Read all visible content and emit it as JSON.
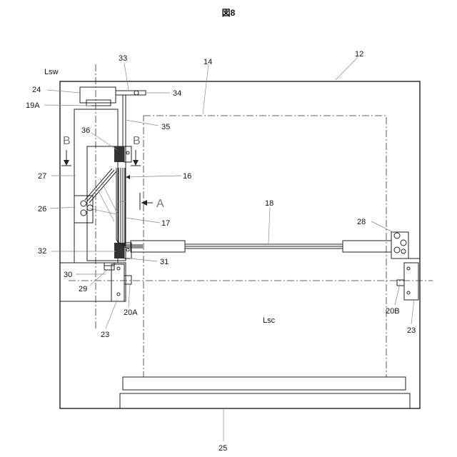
{
  "figure_title": "図8",
  "labels": {
    "l12": "12",
    "l14": "14",
    "l16": "16",
    "l17": "17",
    "l18": "18",
    "l19a": "19A",
    "l20a": "20A",
    "l20b": "20B",
    "l23a": "23",
    "l23b": "23",
    "l24": "24",
    "l25": "25",
    "l26": "26",
    "l27": "27",
    "l28": "28",
    "l29": "29",
    "l30": "30",
    "l31": "31",
    "l32": "32",
    "l33": "33",
    "l34": "34",
    "l35": "35",
    "l36": "36"
  },
  "axis_labels": {
    "lsw": "Lsw",
    "lsc": "Lsc"
  },
  "section_marks": {
    "b_left": "B",
    "b_right": "B",
    "a": "A"
  }
}
